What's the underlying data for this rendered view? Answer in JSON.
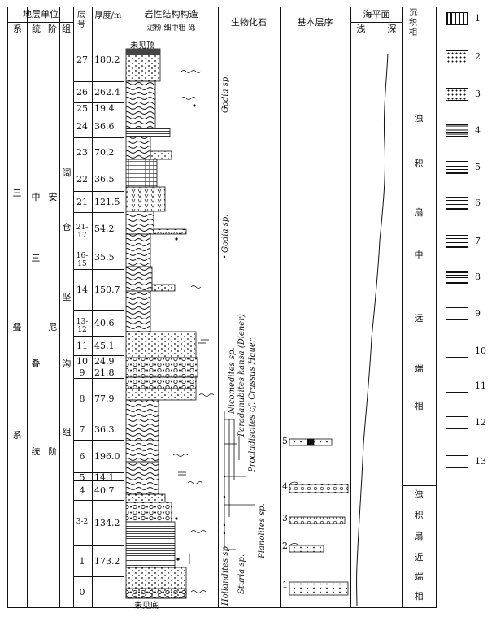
{
  "header": {
    "strat_unit": "地层单位",
    "system": "系",
    "series": "统",
    "stage": "阶",
    "group": "组",
    "layer_no": "层号",
    "thickness": "厚度/m",
    "lithology": "岩性结构构造",
    "lithology_sub": "泥粉 细中粗 砾",
    "fossils": "生物化石",
    "sequence": "基本层序",
    "sea_level": "海平面",
    "shallow": "浅",
    "deep": "深",
    "facies": "沉积相"
  },
  "units": {
    "system_chars": [
      "三",
      "叠",
      "系"
    ],
    "series_chars": [
      "中",
      "三",
      "叠",
      "统"
    ],
    "stage_chars": [
      "安",
      "尼",
      "阶"
    ],
    "group_chars": [
      "阔",
      "仓",
      "坚",
      "沟",
      "组"
    ]
  },
  "layers": [
    {
      "no": "27",
      "thick": "180.2"
    },
    {
      "no": "26",
      "thick": "262.4"
    },
    {
      "no": "25",
      "thick": "19.4"
    },
    {
      "no": "24",
      "thick": "36.6"
    },
    {
      "no": "23",
      "thick": "70.2"
    },
    {
      "no": "22",
      "thick": "36.5"
    },
    {
      "no": "21",
      "thick": "121.5"
    },
    {
      "no": "21-17",
      "thick": "54.2"
    },
    {
      "no": "16-15",
      "thick": "35.5"
    },
    {
      "no": "14",
      "thick": "150.7"
    },
    {
      "no": "13-12",
      "thick": "40.6"
    },
    {
      "no": "11",
      "thick": "45.1"
    },
    {
      "no": "10",
      "thick": "24.9"
    },
    {
      "no": "9",
      "thick": "21.8"
    },
    {
      "no": "8",
      "thick": "77.9"
    },
    {
      "no": "7",
      "thick": "36.3"
    },
    {
      "no": "6",
      "thick": "196.0"
    },
    {
      "no": "5",
      "thick": "14.1"
    },
    {
      "no": "4",
      "thick": "40.7"
    },
    {
      "no": "3-2",
      "thick": "134.2"
    },
    {
      "no": "1",
      "thick": "173.2"
    },
    {
      "no": "0",
      "thick": ""
    }
  ],
  "notes": {
    "top": "未见顶",
    "bottom": "未见底"
  },
  "fossils": [
    "Godia sp.",
    "Godia sp.",
    "Nicomedites sp.",
    "Paradanubites kansa (Diener)",
    "Procladiscites cf. Crassus Hauer",
    "Planolites sp.",
    "Sturia sp.",
    "Hollandites sp."
  ],
  "sequence_numbers": [
    "5",
    "4",
    "3",
    "2",
    "1"
  ],
  "facies": {
    "upper": [
      "浊",
      "积",
      "扇",
      "中",
      "远",
      "端",
      "相"
    ],
    "lower": [
      "浊",
      "积",
      "扇",
      "近",
      "端",
      "相"
    ]
  },
  "legend": [
    "1",
    "2",
    "3",
    "4",
    "5",
    "6",
    "7",
    "8",
    "9",
    "10",
    "11",
    "12",
    "13"
  ]
}
